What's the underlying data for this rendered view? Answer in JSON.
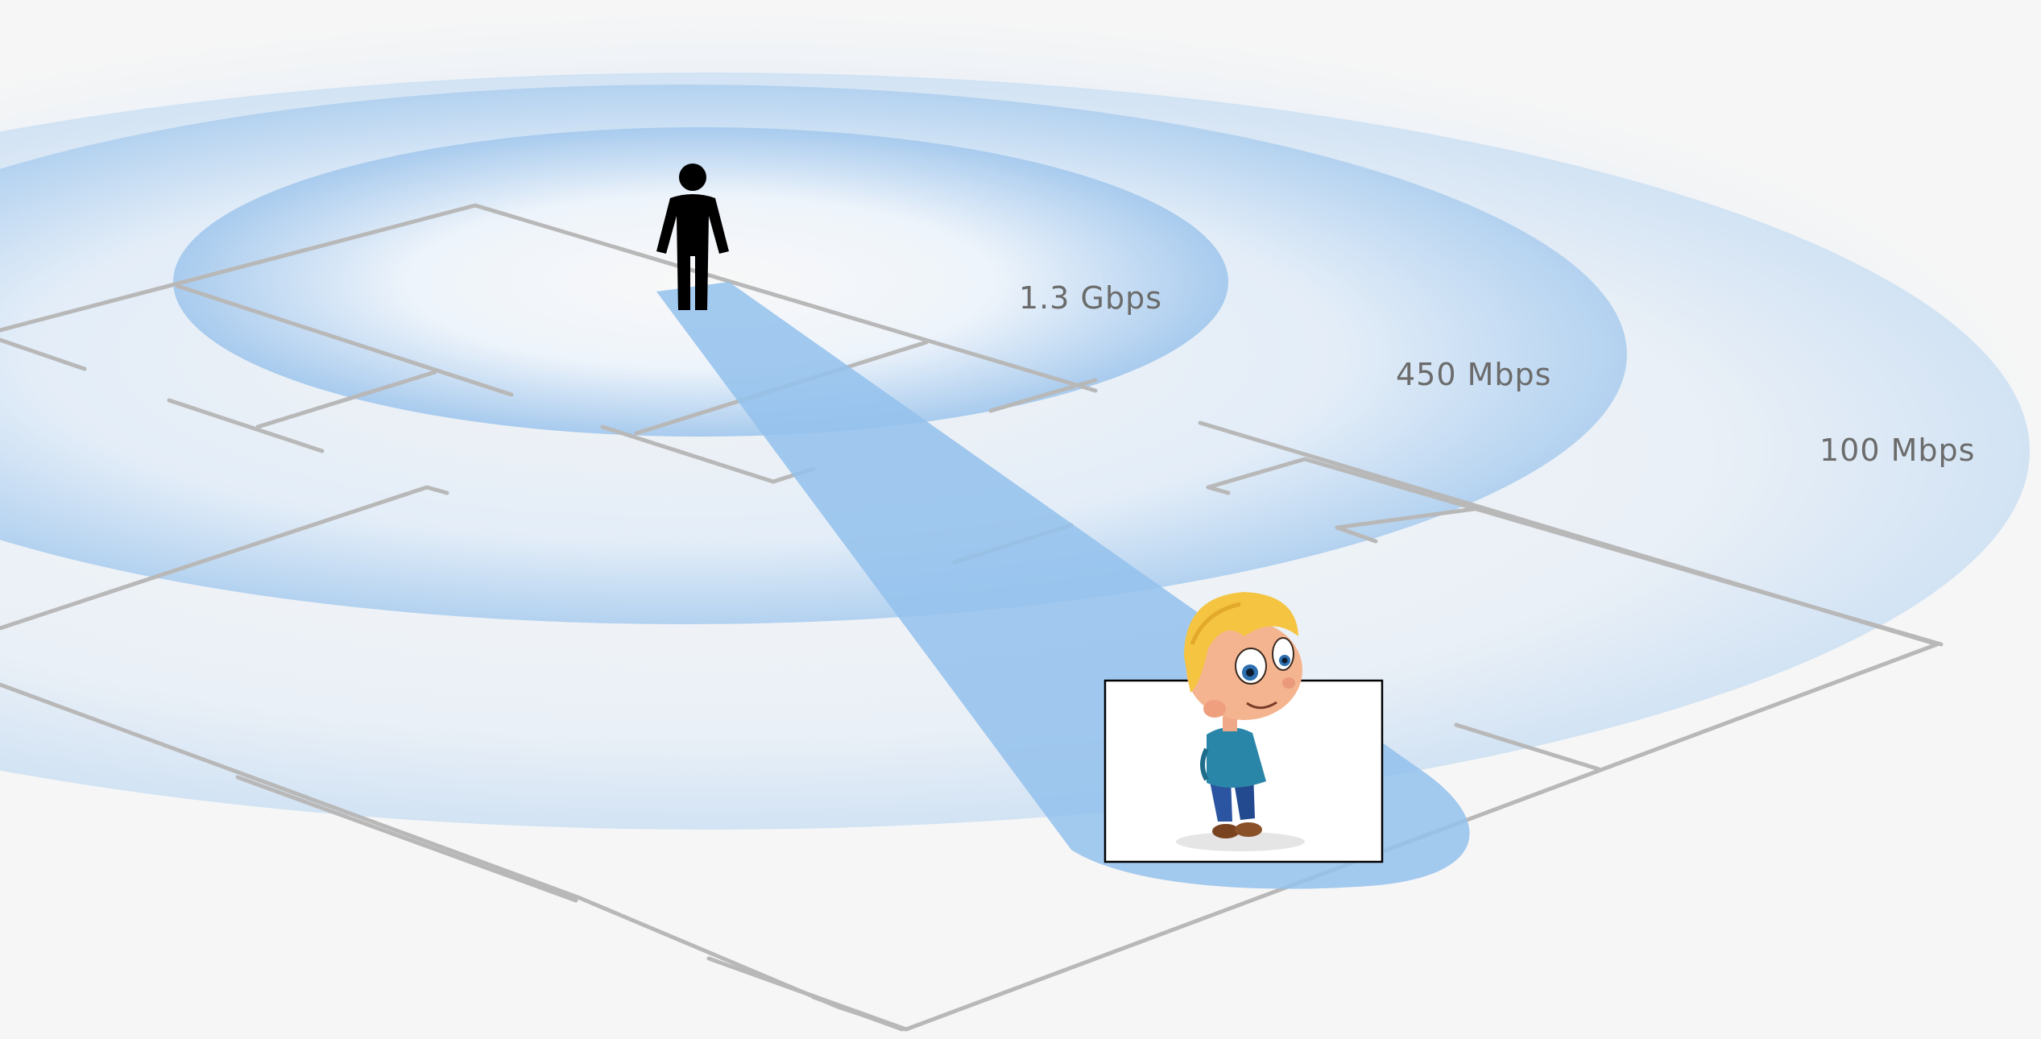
{
  "coverage_zones": [
    {
      "label": "1.3 Gbps",
      "ring": "inner"
    },
    {
      "label": "450 Mbps",
      "ring": "middle"
    },
    {
      "label": "100 Mbps",
      "ring": "outer"
    }
  ],
  "figures": {
    "router_person_icon": "person-silhouette-icon",
    "client_character": "cartoon-boy-illustration"
  },
  "colors": {
    "background": "#f6f6f6",
    "coverage_blue": "#a9cdf0",
    "beam_blue": "#93c1ec",
    "wall_gray": "#b5b5b5",
    "label_gray": "#6b6b6b",
    "person_black": "#000000",
    "shirt_teal": "#2a86a8",
    "pants_blue": "#2b55a0",
    "hair_yellow": "#f5c542",
    "skin": "#f4b48f"
  }
}
